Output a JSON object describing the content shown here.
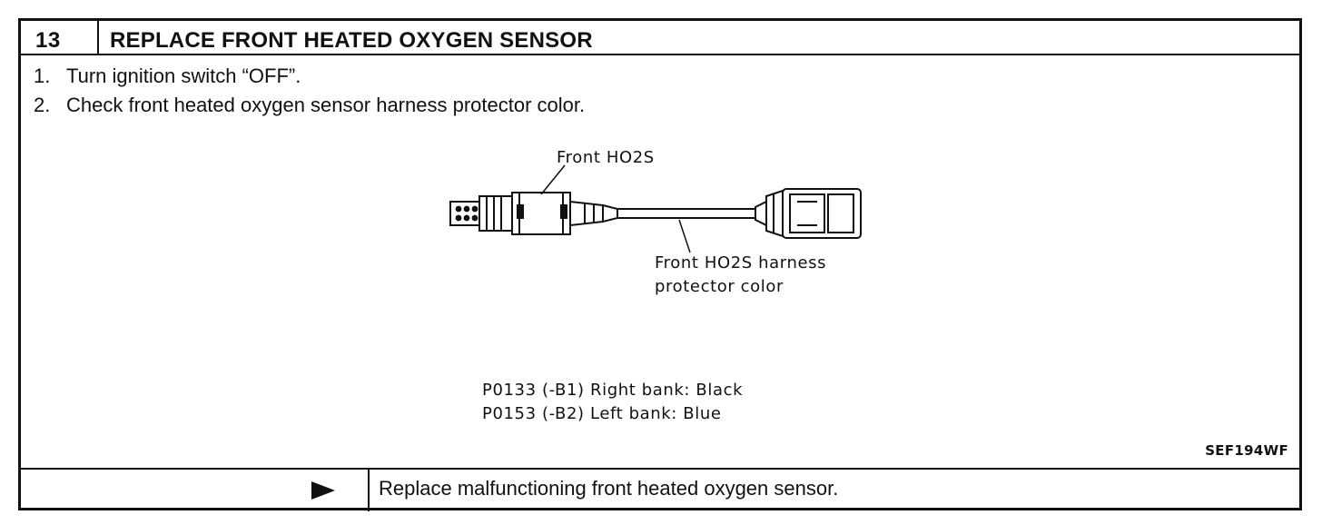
{
  "header": {
    "step_number": "13",
    "title": "REPLACE FRONT HEATED OXYGEN SENSOR"
  },
  "instructions": [
    {
      "num": "1.",
      "text": "Turn ignition switch “OFF”."
    },
    {
      "num": "2.",
      "text": "Check front heated oxygen sensor harness protector color."
    }
  ],
  "figure": {
    "label_sensor": "Front HO2S",
    "label_harness_line1": "Front HO2S harness",
    "label_harness_line2": "protector color",
    "color_line1": "P0133 (-B1) Right bank: Black",
    "color_line2": "P0153 (-B2) Left bank: Blue",
    "figure_ref": "SEF194WF"
  },
  "footer": {
    "arrow_icon": "right-arrow-icon",
    "action": "Replace malfunctioning front heated oxygen sensor."
  }
}
